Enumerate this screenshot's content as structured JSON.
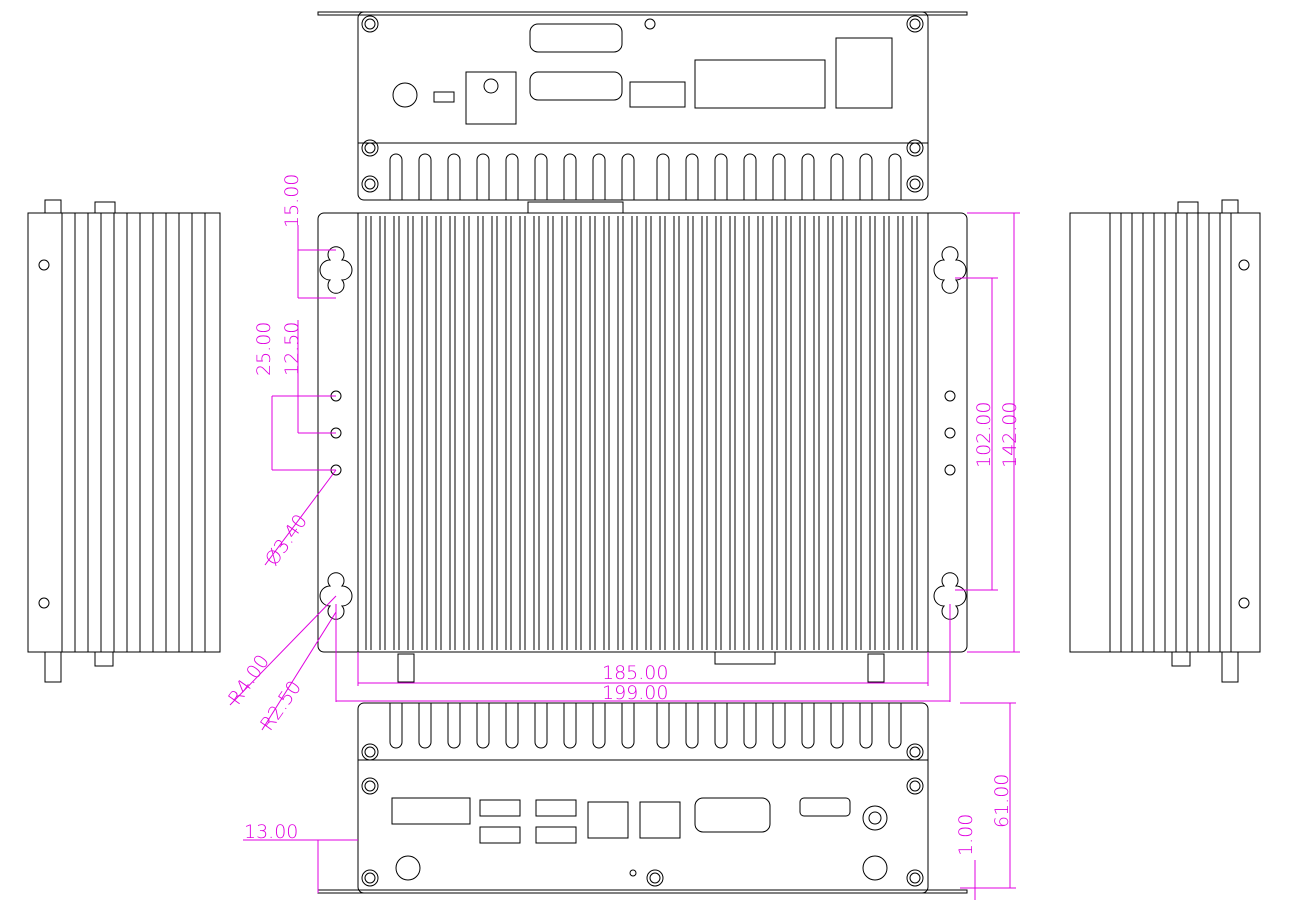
{
  "drawing": {
    "dimension_color": "#e000e0",
    "line_color": "#000000",
    "views": [
      "rear-panel-view",
      "top-view",
      "left-side-view",
      "right-side-view",
      "front-panel-view"
    ]
  },
  "dimensions": {
    "keyhole_offset": "15.00",
    "hole_span": "25.00",
    "hole_pitch": "12.50",
    "hole_diameter": "Ø3.40",
    "keyhole_radius_large": "R4.00",
    "keyhole_radius_small": "R2.50",
    "mount_width": "185.00",
    "overall_width": "199.00",
    "mount_depth": "102.00",
    "overall_depth": "142.00",
    "flange_offset": "13.00",
    "height": "61.00",
    "flange_thickness": "1.00"
  }
}
